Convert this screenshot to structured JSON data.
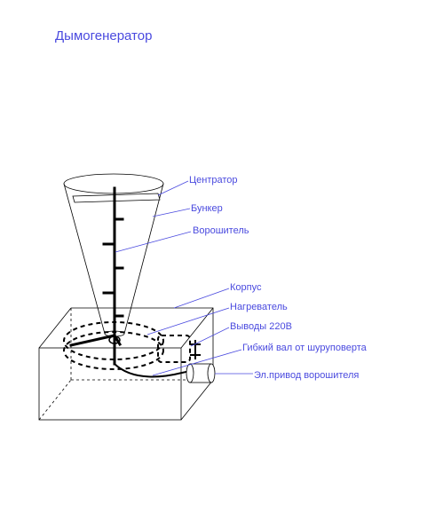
{
  "title": "Дымогенератор",
  "labels": {
    "centrator": "Центратор",
    "hopper": "Бункер",
    "agitator": "Ворошитель",
    "housing": "Корпус",
    "heater": "Нагреватель",
    "terminals": "Выводы 220В",
    "flex_shaft": "Гибкий вал от шуруповерта",
    "agitator_drive": "Эл.привод ворошителя"
  },
  "colors": {
    "label_text": "#4a4adf",
    "leader_line": "#4a4adf",
    "drawing": "#000000"
  }
}
